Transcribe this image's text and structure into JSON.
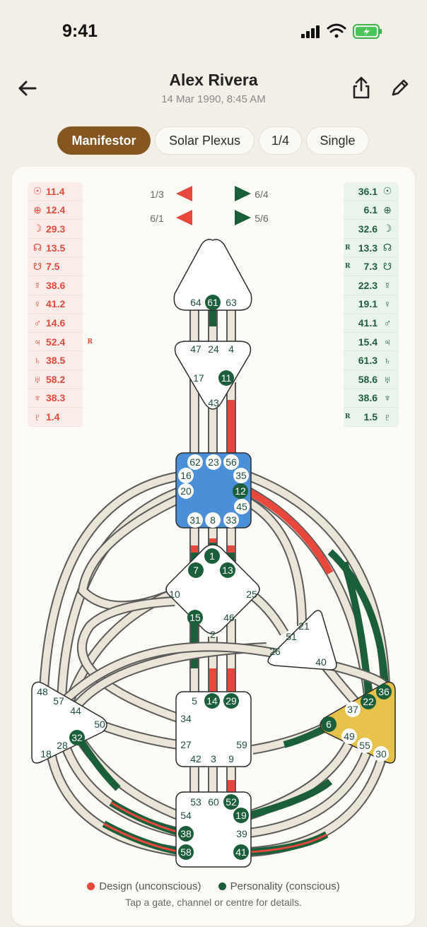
{
  "status": {
    "time": "9:41"
  },
  "header": {
    "name": "Alex Rivera",
    "birth": "14 Mar 1990, 8:45 AM"
  },
  "chips": [
    "Manifestor",
    "Solar Plexus",
    "1/4",
    "Single"
  ],
  "arrows": {
    "left_top": "1/3",
    "left_bottom": "6/1",
    "right_top": "6/4",
    "right_bottom": "5/6"
  },
  "design_planets": [
    {
      "glyph": "☉",
      "value": "11.4"
    },
    {
      "glyph": "⊕",
      "value": "12.4"
    },
    {
      "glyph": "☽",
      "value": "29.3"
    },
    {
      "glyph": "☊",
      "value": "13.5"
    },
    {
      "glyph": "☋",
      "value": "7.5"
    },
    {
      "glyph": "☿",
      "value": "38.6"
    },
    {
      "glyph": "♀",
      "value": "41.2"
    },
    {
      "glyph": "♂",
      "value": "14.6"
    },
    {
      "glyph": "♃",
      "value": "52.4",
      "retro": "R"
    },
    {
      "glyph": "♄",
      "value": "38.5"
    },
    {
      "glyph": "♅",
      "value": "58.2"
    },
    {
      "glyph": "♆",
      "value": "38.3"
    },
    {
      "glyph": "♇",
      "value": "1.4"
    }
  ],
  "personality_planets": [
    {
      "glyph": "☉",
      "value": "36.1"
    },
    {
      "glyph": "⊕",
      "value": "6.1"
    },
    {
      "glyph": "☽",
      "value": "32.6"
    },
    {
      "glyph": "☊",
      "value": "13.3",
      "retro": "R"
    },
    {
      "glyph": "☋",
      "value": "7.3",
      "retro": "R"
    },
    {
      "glyph": "☿",
      "value": "22.3"
    },
    {
      "glyph": "♀",
      "value": "19.1"
    },
    {
      "glyph": "♂",
      "value": "41.1"
    },
    {
      "glyph": "♃",
      "value": "15.4"
    },
    {
      "glyph": "♄",
      "value": "61.3"
    },
    {
      "glyph": "♅",
      "value": "58.6"
    },
    {
      "glyph": "♆",
      "value": "38.6"
    },
    {
      "glyph": "♇",
      "value": "1.5",
      "retro": "R"
    }
  ],
  "colors": {
    "design": "#e8473b",
    "personality": "#1a5e3a",
    "g_center": "#4a8fd8",
    "solar_plexus": "#e6c24a",
    "chip_primary": "#85561f"
  },
  "centers": {
    "head": [
      "64",
      "61",
      "63"
    ],
    "ajna": [
      "47",
      "24",
      "4",
      "17",
      "11",
      "43"
    ],
    "throat": [
      "62",
      "23",
      "56",
      "16",
      "35",
      "20",
      "12",
      "45",
      "31",
      "8",
      "33"
    ],
    "g": [
      "1",
      "7",
      "13",
      "10",
      "25",
      "15",
      "46",
      "2"
    ],
    "ego": [
      "21",
      "51",
      "26",
      "40"
    ],
    "sacral": [
      "5",
      "14",
      "29",
      "34",
      "27",
      "59",
      "42",
      "3",
      "9"
    ],
    "spleen": [
      "48",
      "57",
      "44",
      "50",
      "32",
      "28",
      "18"
    ],
    "solar_plexus": [
      "36",
      "22",
      "37",
      "6",
      "49",
      "55",
      "30"
    ],
    "root": [
      "53",
      "60",
      "52",
      "54",
      "19",
      "38",
      "39",
      "58",
      "41"
    ]
  },
  "legend": {
    "design": "Design (unconscious)",
    "personality": "Personality (conscious)"
  },
  "hint": "Tap a gate, channel or centre for details."
}
